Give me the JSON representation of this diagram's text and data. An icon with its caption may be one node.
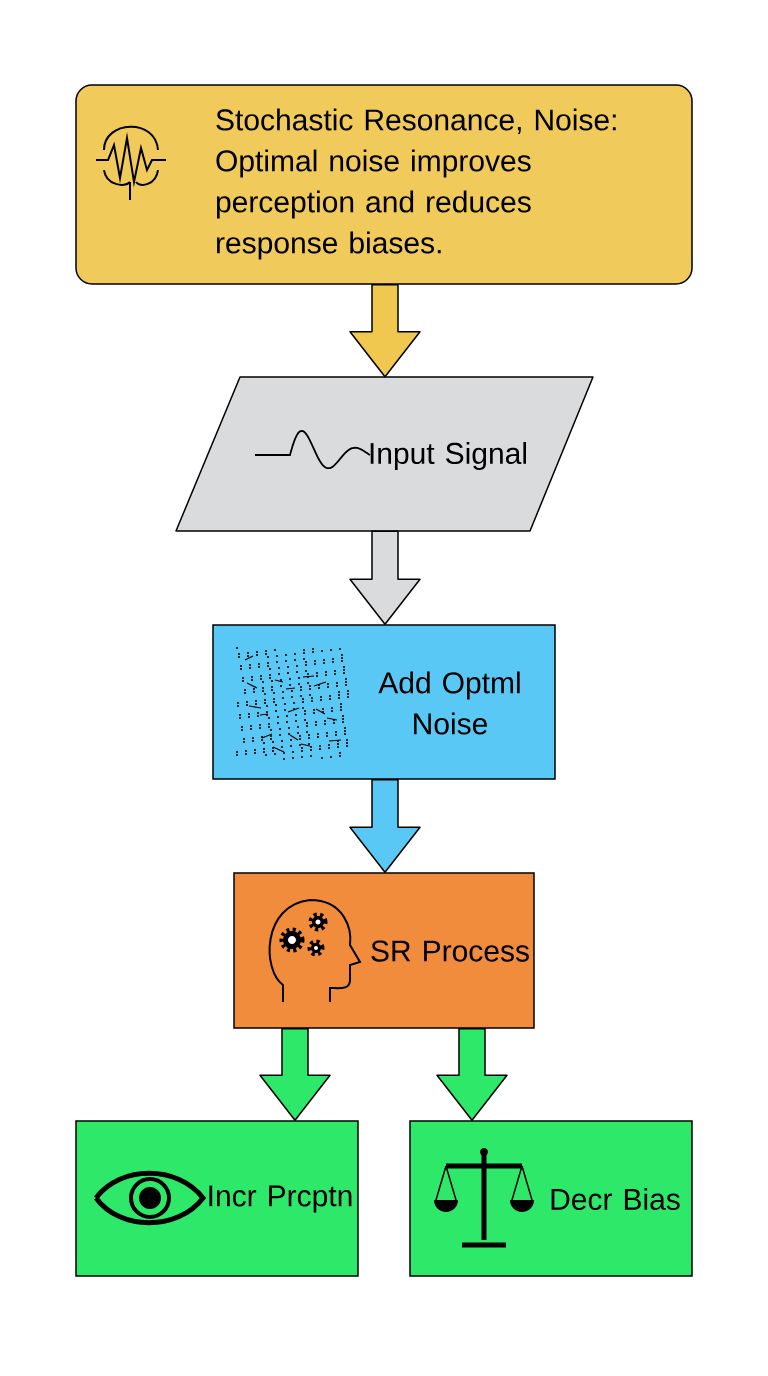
{
  "diagram": {
    "nodes": [
      {
        "text": [
          "Stochastic Resonance, Noise: Optimal noise improves perception and reduces response biases."
        ]
      },
      {
        "text": [
          "Input Signal"
        ]
      },
      {
        "text": [
          "Add Optml Noise"
        ]
      },
      {
        "text": [
          "SR Process"
        ]
      },
      {
        "text": [
          "Incr Prcptn"
        ]
      },
      {
        "text": [
          "Decr Bias"
        ]
      }
    ],
    "edges": [
      {
        "from": 0,
        "to": 1,
        "arrow": "to",
        "style": "thick",
        "color": "#f0c850"
      },
      {
        "from": 1,
        "to": 2,
        "arrow": "to",
        "style": "thick",
        "color": "#d9dbdd"
      },
      {
        "from": 2,
        "to": 3,
        "arrow": "to",
        "style": "thick",
        "color": "#5ac8f5"
      },
      {
        "from": 3,
        "to": 4,
        "arrow": "to",
        "style": "thick",
        "color": "#2ee86a"
      },
      {
        "from": 3,
        "to": 5,
        "arrow": "to",
        "style": "thick",
        "color": "#2ee86a"
      }
    ]
  }
}
